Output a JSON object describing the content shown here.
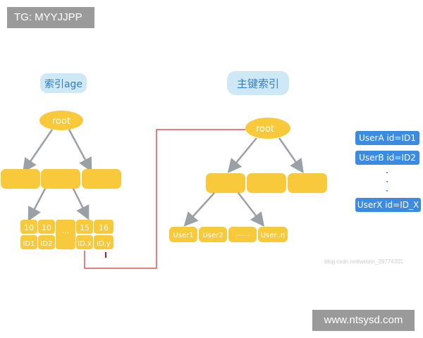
{
  "badges": {
    "telegram": "TG: MYYJJPP",
    "site": "www.ntsysd.com"
  },
  "watermark": "blog.csdn.net/weixin_39774301",
  "left_tree": {
    "title": "索引age",
    "root": "root",
    "leaf_keys": [
      "10",
      "10",
      "...",
      "15",
      "16"
    ],
    "leaf_ids": [
      "ID1",
      "ID2",
      "",
      "ID.x",
      "ID.y"
    ]
  },
  "right_tree": {
    "title": "主键索引",
    "root": "root",
    "leaves": [
      "User1",
      "User2",
      "......",
      "User..n"
    ]
  },
  "id_map": [
    "UserA id=ID1",
    "UserB id=ID2",
    "UserX id=ID_X"
  ],
  "colors": {
    "node_yellow": "#f7c93b",
    "title_bg": "#cfe8f6",
    "title_text": "#2f7fc4",
    "connector": "#e05454",
    "pill": "#3d8be0"
  }
}
